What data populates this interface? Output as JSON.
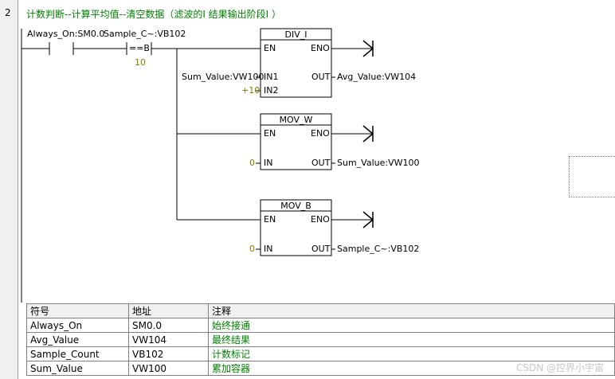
{
  "network": {
    "number": "2",
    "title": "计数判断--计算平均值--清空数据（滤波的Ⅰ 结果输出阶段Ⅰ ）"
  },
  "contacts": {
    "c1": "Always_On:SM0.0",
    "c2": "Sample_C~:VB102",
    "c2_op": "==B",
    "c2_value": "10"
  },
  "blocks": [
    {
      "name": "DIV_I",
      "en": "EN",
      "eno": "ENO",
      "in1": "IN1",
      "in2": "IN2",
      "out": "OUT",
      "in1_value": "Sum_Value:VW100",
      "in2_value": "+10",
      "out_value": "Avg_Value:VW104"
    },
    {
      "name": "MOV_W",
      "en": "EN",
      "eno": "ENO",
      "in": "IN",
      "out": "OUT",
      "in_value": "0",
      "out_value": "Sum_Value:VW100"
    },
    {
      "name": "MOV_B",
      "en": "EN",
      "eno": "ENO",
      "in": "IN",
      "out": "OUT",
      "in_value": "0",
      "out_value": "Sample_C~:VB102"
    }
  ],
  "symbol_table": {
    "headers": [
      "符号",
      "地址",
      "注释"
    ],
    "rows": [
      [
        "Always_On",
        "SM0.0",
        "始终接通"
      ],
      [
        "Avg_Value",
        "VW104",
        "最终结果"
      ],
      [
        "Sample_Count",
        "VB102",
        "计数标记"
      ],
      [
        "Sum_Value",
        "VW100",
        "累加容器"
      ]
    ]
  },
  "watermark": "CSDN @控界小宇宙"
}
